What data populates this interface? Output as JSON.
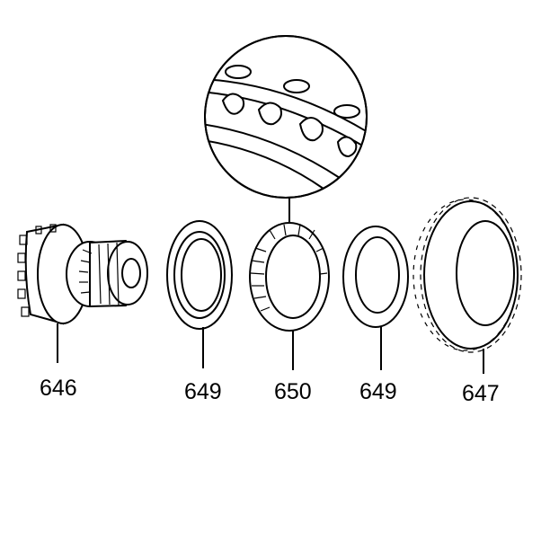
{
  "diagram": {
    "callouts": [
      {
        "id": "hub",
        "label": "646"
      },
      {
        "id": "bearing-race-left",
        "label": "649"
      },
      {
        "id": "sprag-assembly",
        "label": "650"
      },
      {
        "id": "bearing-race-right",
        "label": "649"
      },
      {
        "id": "clutch-plate",
        "label": "647"
      }
    ]
  }
}
